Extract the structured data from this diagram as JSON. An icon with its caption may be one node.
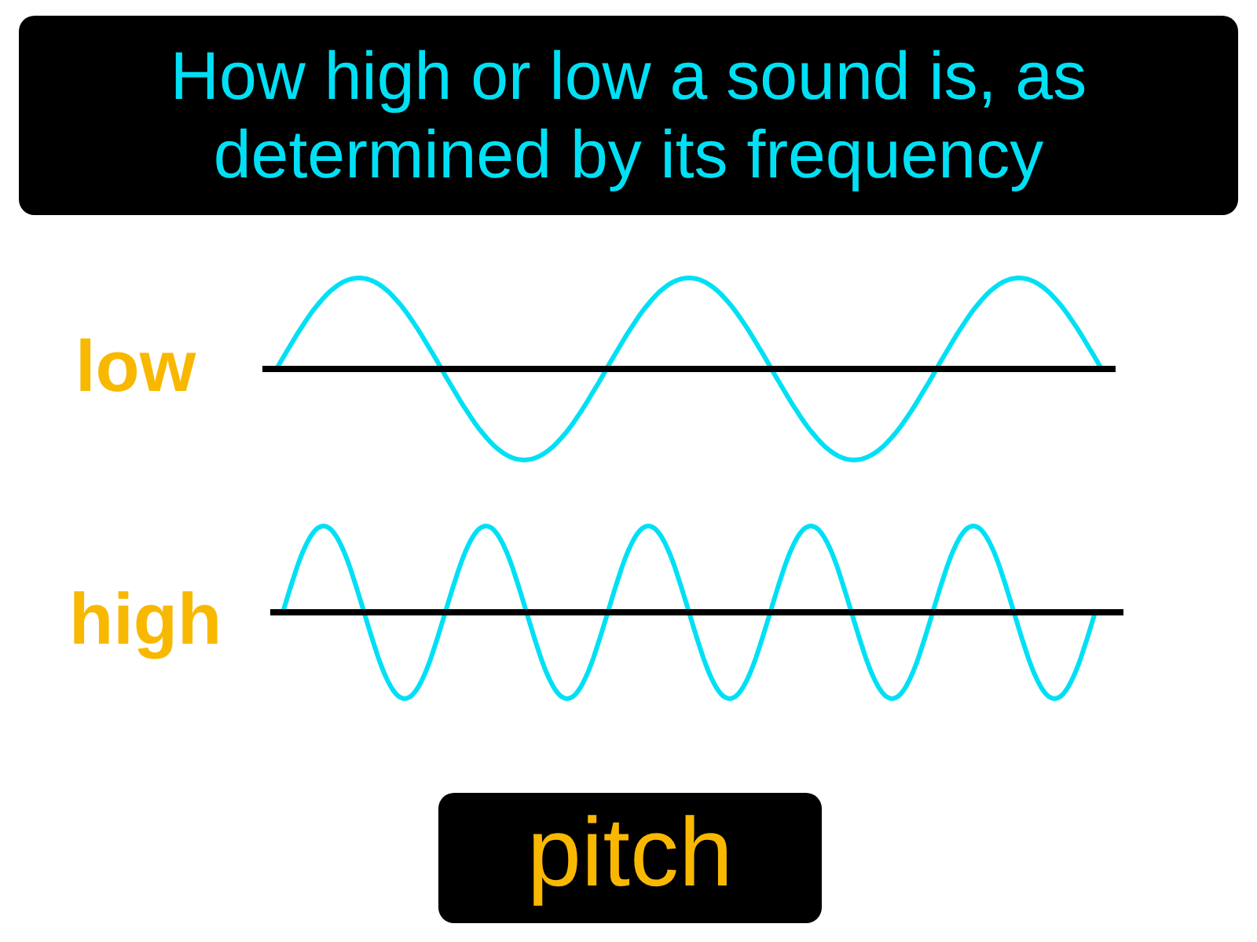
{
  "diagram": {
    "nodes": [
      {
        "text": [
          "How high or low a sound is, as determined by its frequency"
        ]
      },
      {
        "text": [
          "pitch"
        ]
      }
    ],
    "labels": [
      "low",
      "high"
    ]
  }
}
